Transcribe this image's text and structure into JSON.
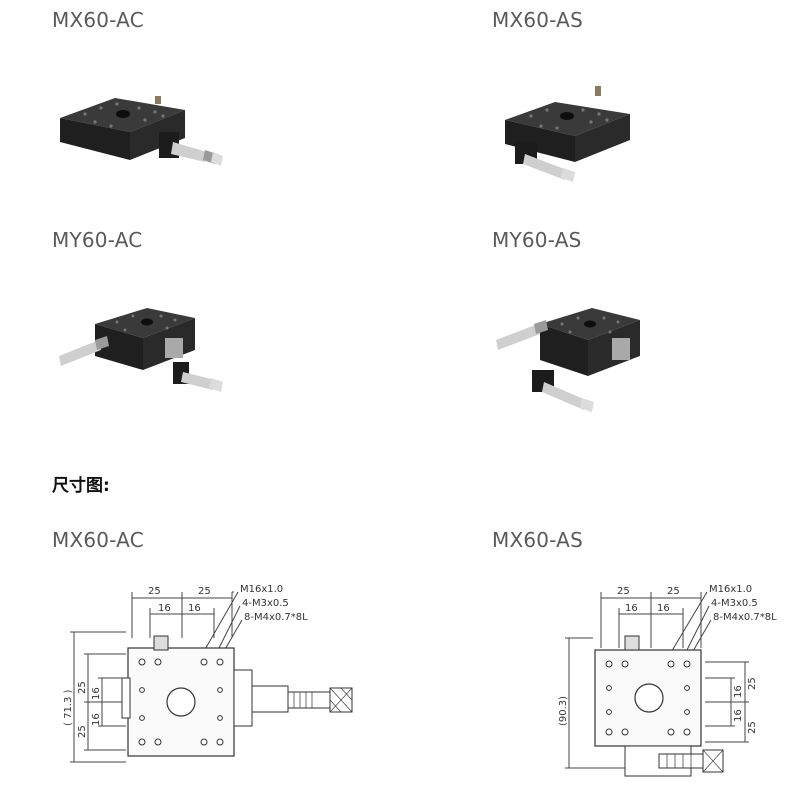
{
  "products": [
    {
      "label": "MX60-AC"
    },
    {
      "label": "MX60-AS"
    },
    {
      "label": "MY60-AC"
    },
    {
      "label": "MY60-AS"
    }
  ],
  "dimension_section": {
    "heading": "尺寸图:",
    "drawings": [
      {
        "label": "MX60-AC",
        "top_dims": [
          "25",
          "25",
          "16",
          "16"
        ],
        "callouts": [
          "M16x1.0",
          "4-M3x0.5",
          "8-M4x0.7*8L"
        ],
        "left_dims": [
          "25",
          "16",
          "16",
          "25"
        ],
        "overall": "( 71.3 )"
      },
      {
        "label": "MX60-AS",
        "top_dims": [
          "25",
          "25",
          "16",
          "16"
        ],
        "callouts": [
          "M16x1.0",
          "4-M3x0.5",
          "8-M4x0.7*8L"
        ],
        "right_dims": [
          "25",
          "16",
          "16",
          "25"
        ],
        "overall": "(90.3)"
      }
    ]
  }
}
